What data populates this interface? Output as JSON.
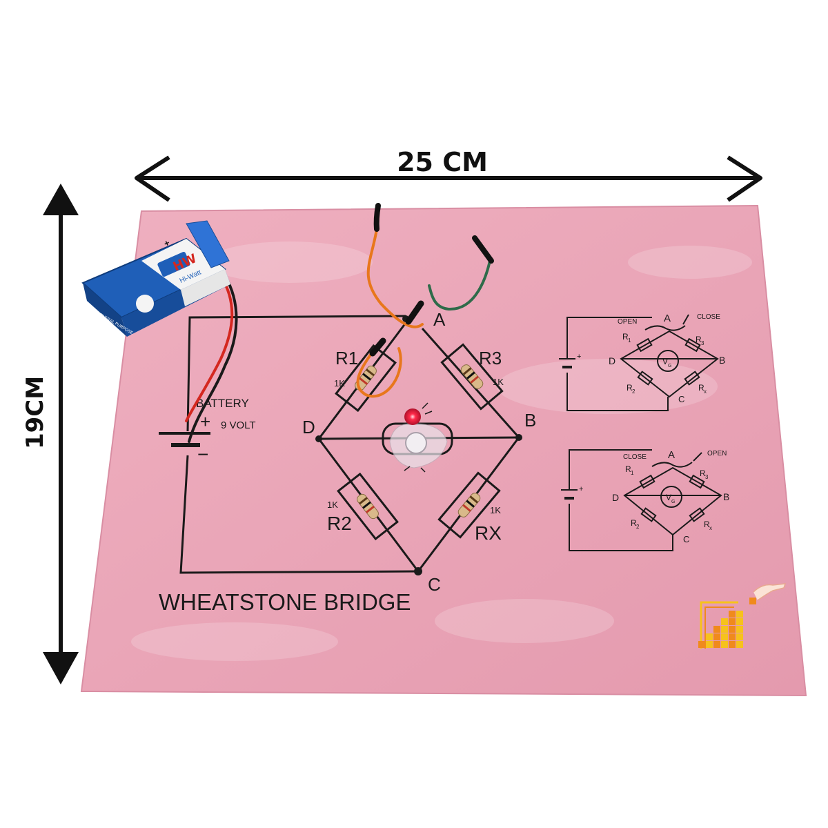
{
  "dimensions": {
    "width_label": "25 CM",
    "height_label": "19CM"
  },
  "board": {
    "title": "WHEATSTONE BRIDGE",
    "battery_label": "BATTERY",
    "battery_voltage": "9 VOLT",
    "battery_plus": "+",
    "battery_minus": "−",
    "nodes": {
      "a": "A",
      "b": "B",
      "c": "C",
      "d": "D"
    },
    "resistors": {
      "r1": {
        "name": "R1",
        "value": "1K"
      },
      "r2": {
        "name": "R2",
        "value": "1K"
      },
      "r3": {
        "name": "R3",
        "value": "1K"
      },
      "rx": {
        "name": "RX",
        "value": "1K"
      }
    }
  },
  "mini_diagrams": [
    {
      "left_switch": "OPEN",
      "right_switch": "CLOSE",
      "a": "A",
      "b": "B",
      "c": "C",
      "d": "D",
      "r1": "R",
      "r1_sub": "1",
      "r2": "R",
      "r2_sub": "2",
      "r3": "R",
      "r3_sub": "3",
      "rx": "R",
      "rx_sub": "x",
      "vg": "V",
      "vg_sub": "G",
      "plus": "+"
    },
    {
      "left_switch": "CLOSE",
      "right_switch": "OPEN",
      "a": "A",
      "b": "B",
      "c": "C",
      "d": "D",
      "r1": "R",
      "r1_sub": "1",
      "r2": "R",
      "r2_sub": "2",
      "r3": "R",
      "r3_sub": "3",
      "rx": "R",
      "rx_sub": "x",
      "vg": "V",
      "vg_sub": "G",
      "plus": "+"
    }
  ],
  "battery_brand": {
    "logo": "HW",
    "name": "Hi-Watt",
    "label": "GENERAL PURPOSE",
    "plus": "+"
  },
  "colors": {
    "board": "#eba6b8",
    "board_edge": "#d98ea3",
    "ink": "#1a1a1a",
    "battery_blue": "#1f5fb8",
    "battery_white": "#f4f4f4",
    "wire_orange": "#e8771c",
    "wire_green": "#2f6b4a",
    "wire_red": "#d4271f",
    "led_red": "#ff1a3a",
    "logo_orange": "#f08a1c",
    "logo_yellow": "#f6c21c"
  }
}
